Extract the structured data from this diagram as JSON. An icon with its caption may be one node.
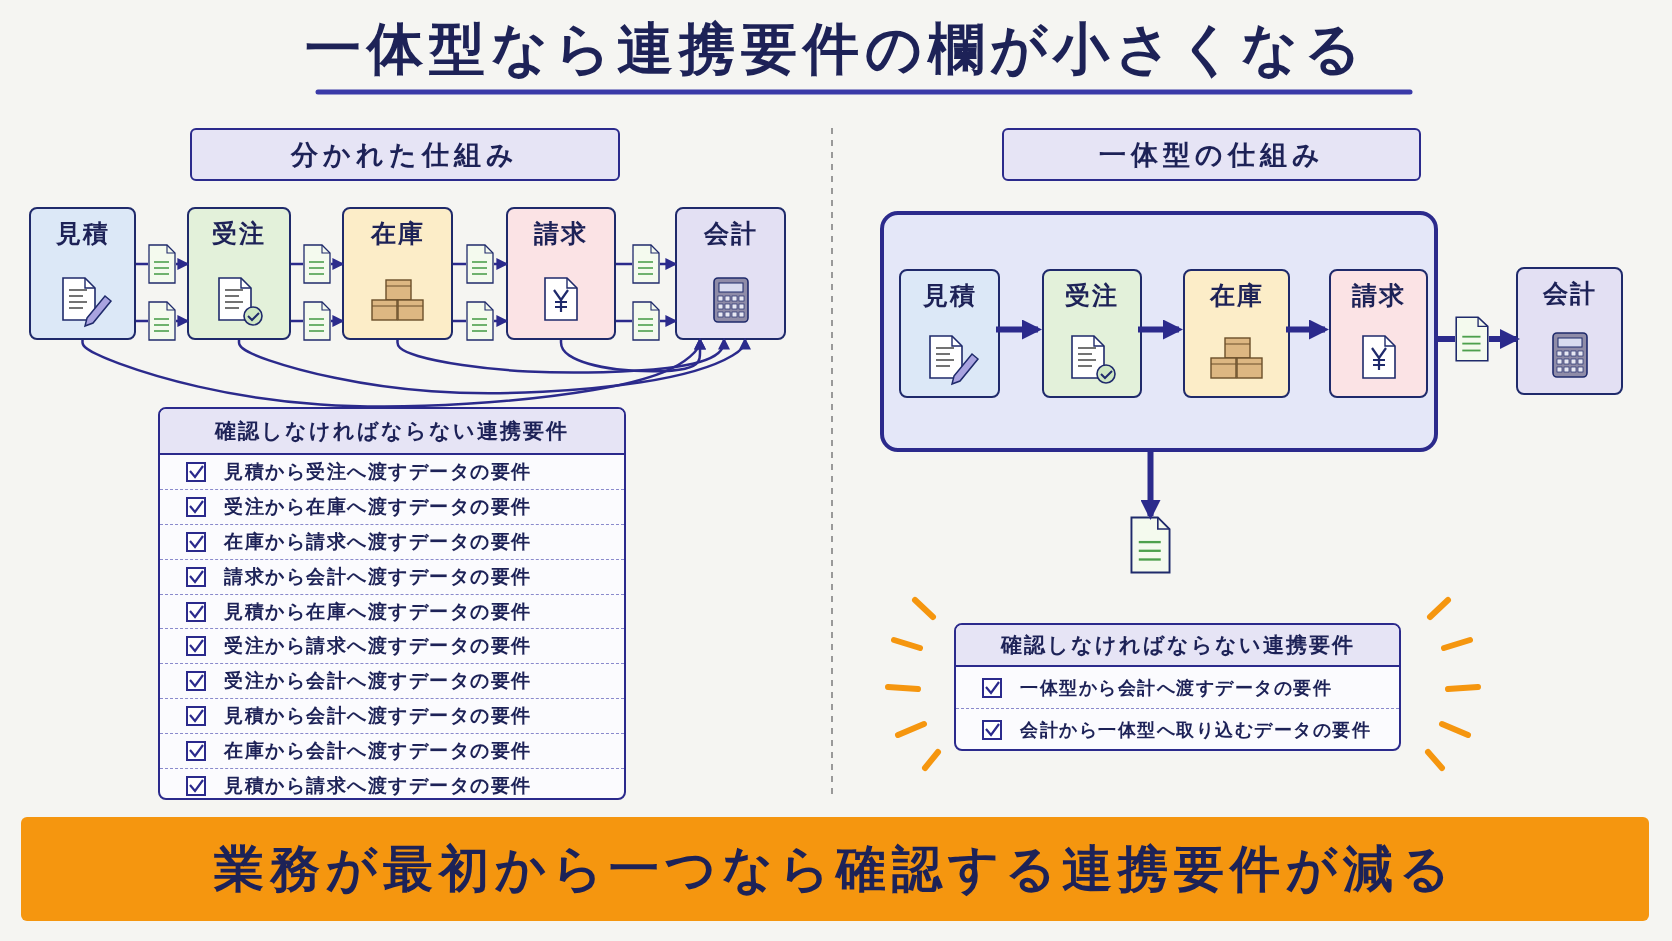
{
  "diagram": {
    "title": "一体型なら連携要件の欄が小さくなる",
    "nodes": [
      {
        "text": [
          "分かれた仕組み"
        ]
      },
      {
        "text": [
          "見積"
        ]
      },
      {
        "text": [
          "受注"
        ]
      },
      {
        "text": [
          "在庫"
        ]
      },
      {
        "text": [
          "請求"
        ]
      },
      {
        "text": [
          "会計"
        ]
      },
      {
        "text": [],
        "shape": "document"
      },
      {
        "text": [],
        "shape": "document"
      },
      {
        "text": [],
        "shape": "document"
      },
      {
        "text": [],
        "shape": "document"
      },
      {
        "text": [],
        "shape": "document"
      },
      {
        "text": [],
        "shape": "document"
      },
      {
        "text": [],
        "shape": "document"
      },
      {
        "text": [],
        "shape": "document"
      },
      {
        "text": [
          "確認しなければならない連携要件",
          "見積から受注へ渡すデータの要件",
          "受注から在庫へ渡すデータの要件",
          "在庫から請求へ渡すデータの要件",
          "請求から会計へ渡すデータの要件",
          "見積から在庫へ渡すデータの要件",
          "受注から請求へ渡すデータの要件",
          "受注から会計へ渡すデータの要件",
          "見積から会計へ渡すデータの要件",
          "在庫から会計へ渡すデータの要件",
          "見積から請求へ渡すデータの要件"
        ]
      },
      {
        "text": [
          "一体型の仕組み"
        ]
      },
      {
        "text": [],
        "shape": "box"
      },
      {
        "text": [
          "見積"
        ],
        "in": 16
      },
      {
        "text": [
          "受注"
        ],
        "in": 16
      },
      {
        "text": [
          "在庫"
        ],
        "in": 16
      },
      {
        "text": [
          "請求"
        ],
        "in": 16
      },
      {
        "text": [],
        "shape": "document"
      },
      {
        "text": [
          "会計"
        ]
      },
      {
        "text": [],
        "shape": "document"
      },
      {
        "text": [
          "確認しなければならない連携要件",
          "一体型から会計へ渡すデータの要件",
          "会計から一体型へ取り込むデータの要件"
        ]
      },
      {
        "text": [
          "業務が最初から一つなら確認する連携要件が減る"
        ]
      }
    ],
    "edges": [
      {
        "from": 1,
        "to": 6,
        "arrow": "none"
      },
      {
        "from": 6,
        "to": 2,
        "arrow": "to"
      },
      {
        "from": 1,
        "to": 7,
        "arrow": "none"
      },
      {
        "from": 7,
        "to": 2,
        "arrow": "to"
      },
      {
        "from": 2,
        "to": 8,
        "arrow": "none"
      },
      {
        "from": 8,
        "to": 3,
        "arrow": "to"
      },
      {
        "from": 2,
        "to": 9,
        "arrow": "none"
      },
      {
        "from": 9,
        "to": 3,
        "arrow": "to"
      },
      {
        "from": 3,
        "to": 10,
        "arrow": "none"
      },
      {
        "from": 10,
        "to": 4,
        "arrow": "to"
      },
      {
        "from": 3,
        "to": 11,
        "arrow": "none"
      },
      {
        "from": 11,
        "to": 4,
        "arrow": "to"
      },
      {
        "from": 4,
        "to": 12,
        "arrow": "none"
      },
      {
        "from": 12,
        "to": 5,
        "arrow": "to"
      },
      {
        "from": 4,
        "to": 13,
        "arrow": "none"
      },
      {
        "from": 13,
        "to": 5,
        "arrow": "to"
      },
      {
        "from": 1,
        "to": 5,
        "arrow": "to"
      },
      {
        "from": 2,
        "to": 5,
        "arrow": "to"
      },
      {
        "from": 3,
        "to": 5,
        "arrow": "to"
      },
      {
        "from": 4,
        "to": 5,
        "arrow": "to"
      },
      {
        "from": 17,
        "to": 18,
        "arrow": "to",
        "style": "thick"
      },
      {
        "from": 18,
        "to": 19,
        "arrow": "to",
        "style": "thick"
      },
      {
        "from": 19,
        "to": 20,
        "arrow": "to",
        "style": "thick"
      },
      {
        "from": 16,
        "to": 21,
        "arrow": "none",
        "style": "thick"
      },
      {
        "from": 21,
        "to": 22,
        "arrow": "to",
        "style": "thick"
      },
      {
        "from": 16,
        "to": 23,
        "arrow": "to",
        "style": "thick"
      }
    ]
  }
}
